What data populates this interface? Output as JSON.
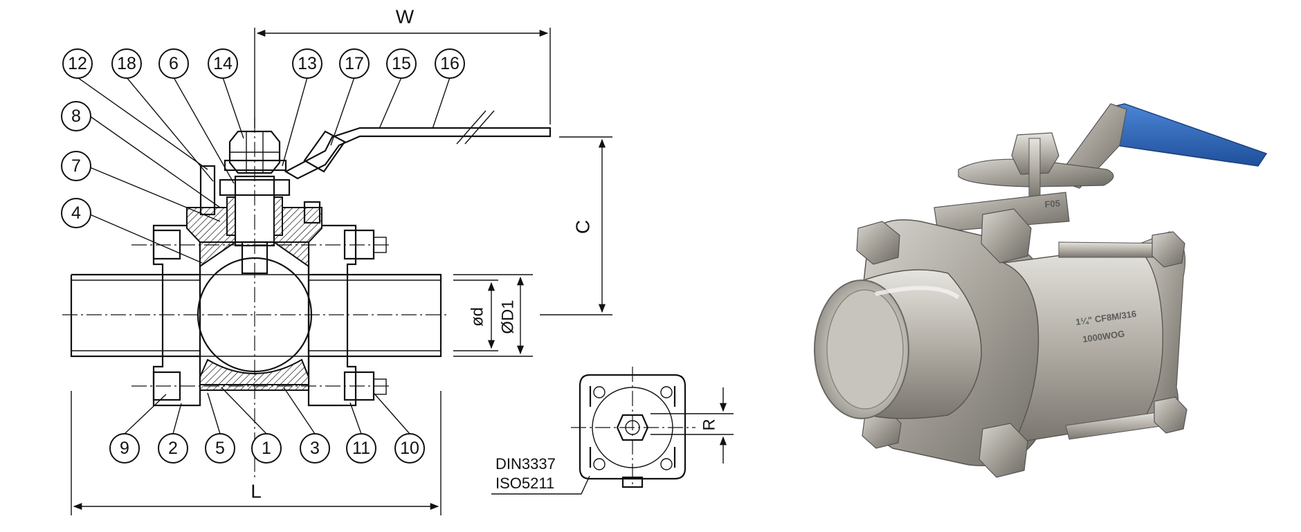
{
  "callouts": [
    {
      "id": "12",
      "label": "12"
    },
    {
      "id": "18",
      "label": "18"
    },
    {
      "id": "6",
      "label": "6"
    },
    {
      "id": "14",
      "label": "14"
    },
    {
      "id": "13",
      "label": "13"
    },
    {
      "id": "17",
      "label": "17"
    },
    {
      "id": "15",
      "label": "15"
    },
    {
      "id": "16",
      "label": "16"
    },
    {
      "id": "8",
      "label": "8"
    },
    {
      "id": "7",
      "label": "7"
    },
    {
      "id": "4",
      "label": "4"
    },
    {
      "id": "9",
      "label": "9"
    },
    {
      "id": "2",
      "label": "2"
    },
    {
      "id": "5",
      "label": "5"
    },
    {
      "id": "1",
      "label": "1"
    },
    {
      "id": "3",
      "label": "3"
    },
    {
      "id": "11",
      "label": "11"
    },
    {
      "id": "10",
      "label": "10"
    }
  ],
  "dimensions": {
    "w": "W",
    "c": "C",
    "l": "L",
    "d": "ød",
    "d1": "ØD1",
    "r": "R"
  },
  "standards": [
    "DIN3337",
    "ISO5211"
  ],
  "photo": {
    "mount_label": "F05",
    "body_marking_line1": "1¼\" CF8M/316",
    "body_marking_line2": "1000WOG",
    "handle_color": "#2a5fb0",
    "metal_color": "#a8a49c"
  }
}
